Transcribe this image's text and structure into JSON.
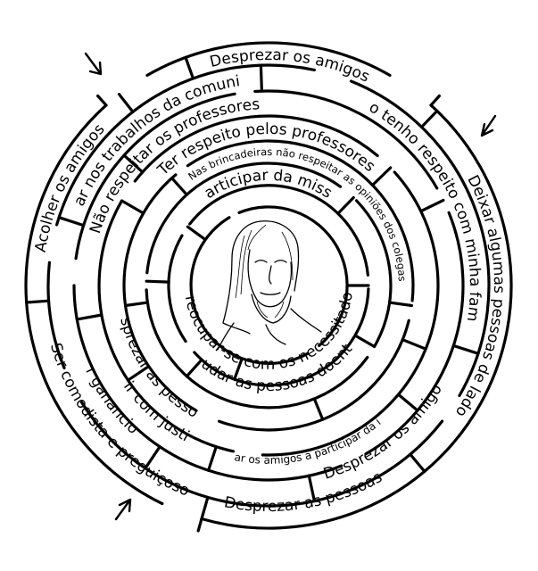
{
  "maze": {
    "rings": [
      [
        {
          "text": "Desprezar os amigos",
          "start": 343,
          "end": 28,
          "size": 17
        },
        {
          "text": "Deixar algumas pessoas de lado",
          "start": 48,
          "end": 138,
          "size": 17
        },
        {
          "text": "Desprezar as pessoas",
          "start": 146,
          "end": 195,
          "size": 17,
          "inverted": true
        },
        {
          "text": "Ser comodista e preguiçoso",
          "start": 198,
          "end": 258,
          "size": 17,
          "inverted": true
        },
        {
          "text": "Acolher os amigos",
          "start": 272,
          "end": 320,
          "size": 17
        }
      ],
      [
        {
          "text": "Ajudar nos trabalhos da comunidade",
          "start": 293,
          "end": 353,
          "size": 17
        },
        {
          "text": "Não tenho respeito com minha família",
          "start": 30,
          "end": 100,
          "size": 17
        },
        {
          "text": "Desprezar os amigos",
          "start": 120,
          "end": 162,
          "size": 17,
          "inverted": true
        },
        {
          "text": "Ser ganancioso",
          "start": 222,
          "end": 246,
          "size": 17,
          "inverted": true
        }
      ],
      [
        {
          "text": "Não respeitar os professores",
          "start": 288,
          "end": 356,
          "size": 17
        },
        {
          "text": "Animar os amigos a participar da igreja",
          "start": 140,
          "end": 192,
          "size": 12,
          "inverted": true
        },
        {
          "text": "Agir com justiça",
          "start": 208,
          "end": 236,
          "size": 17,
          "inverted": true
        }
      ],
      [
        {
          "text": "Ter respeito pelos professores",
          "start": 316,
          "end": 42,
          "size": 17
        },
        {
          "text": "Desprezar as pessoas",
          "start": 210,
          "end": 258,
          "size": 17,
          "inverted": true
        }
      ],
      [
        {
          "text": "Nas brincadeiras não respeitar as opiniões dos colegas",
          "start": 322,
          "end": 90,
          "size": 11.5
        }
      ],
      [
        {
          "text": "Participar da missa",
          "start": 327,
          "end": 33,
          "size": 17
        },
        {
          "text": "Ajudar as pessoas doentes",
          "start": 128,
          "end": 218,
          "size": 17,
          "inverted": true
        }
      ],
      [
        {
          "text": "Preocupar-se com os necessitados",
          "start": 96,
          "end": 262,
          "size": 17,
          "inverted": true
        }
      ]
    ]
  }
}
